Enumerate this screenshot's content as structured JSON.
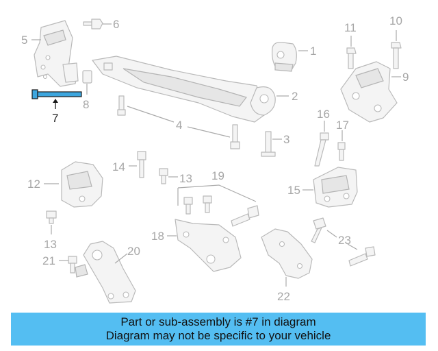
{
  "labels": {
    "l1": "1",
    "l2": "2",
    "l3": "3",
    "l4": "4",
    "l5": "5",
    "l6": "6",
    "l7": "7",
    "l8": "8",
    "l9": "9",
    "l10": "10",
    "l11": "11",
    "l12": "12",
    "l13a": "13",
    "l13b": "13",
    "l14": "14",
    "l15": "15",
    "l16": "16",
    "l17": "17",
    "l18": "18",
    "l19": "19",
    "l20": "20",
    "l21": "21",
    "l22": "22",
    "l23": "23"
  },
  "highlighted_part": "7",
  "banner": {
    "line1": "Part or sub-assembly is #7 in diagram",
    "line2": "Diagram may not be specific to your vehicle"
  },
  "colors": {
    "banner_background": "#54bef2",
    "highlight_part": "#3da6de",
    "parts_outline": "#b9b9b9"
  }
}
